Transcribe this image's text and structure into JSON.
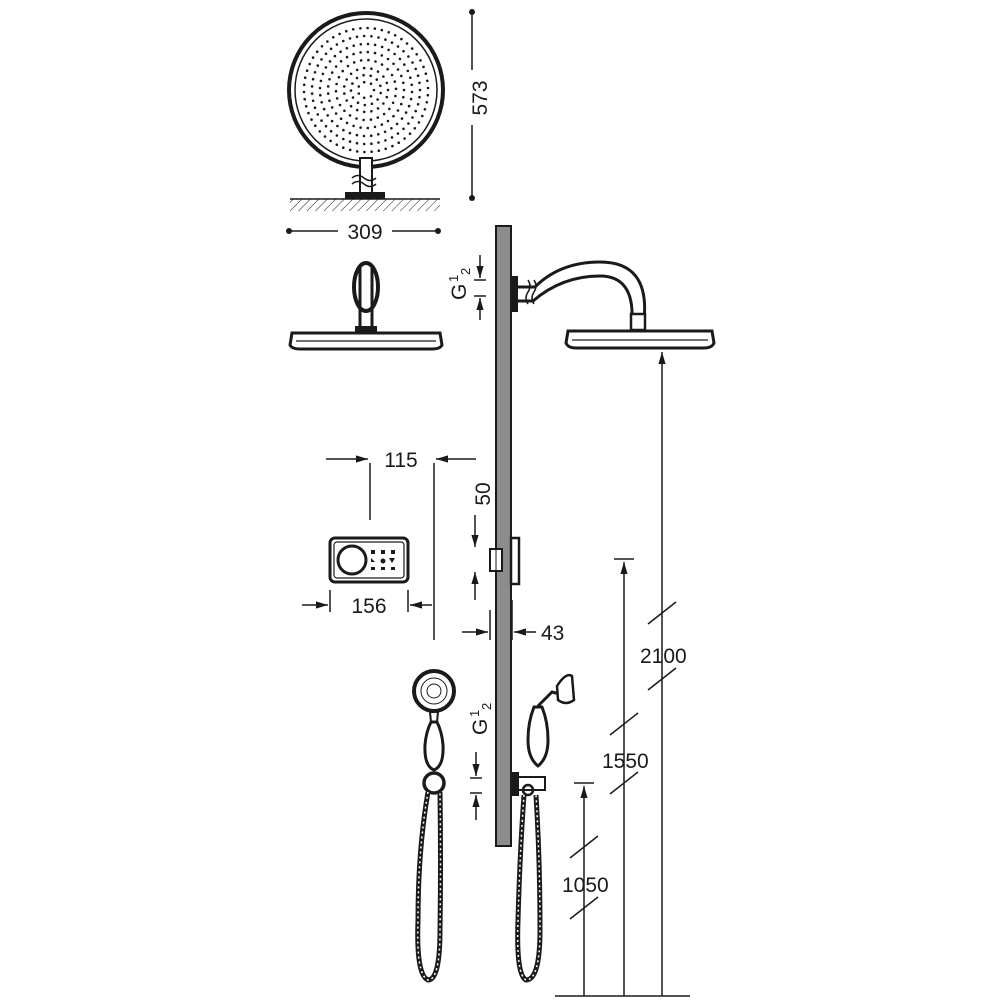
{
  "dimensions": {
    "head_height": "573",
    "head_width": "309",
    "control_depth": "115",
    "control_width": "156",
    "control_offset": "50",
    "control_projection": "43",
    "height_overhead": "2100",
    "height_handshower_holder": "1550",
    "height_outlet": "1050"
  },
  "connections": {
    "top_thread": "G",
    "bottom_thread": "G",
    "fraction_num": "1",
    "fraction_den": "2"
  },
  "colors": {
    "line": "#1a1a1a",
    "wall_fill": "#8c8c8c"
  }
}
